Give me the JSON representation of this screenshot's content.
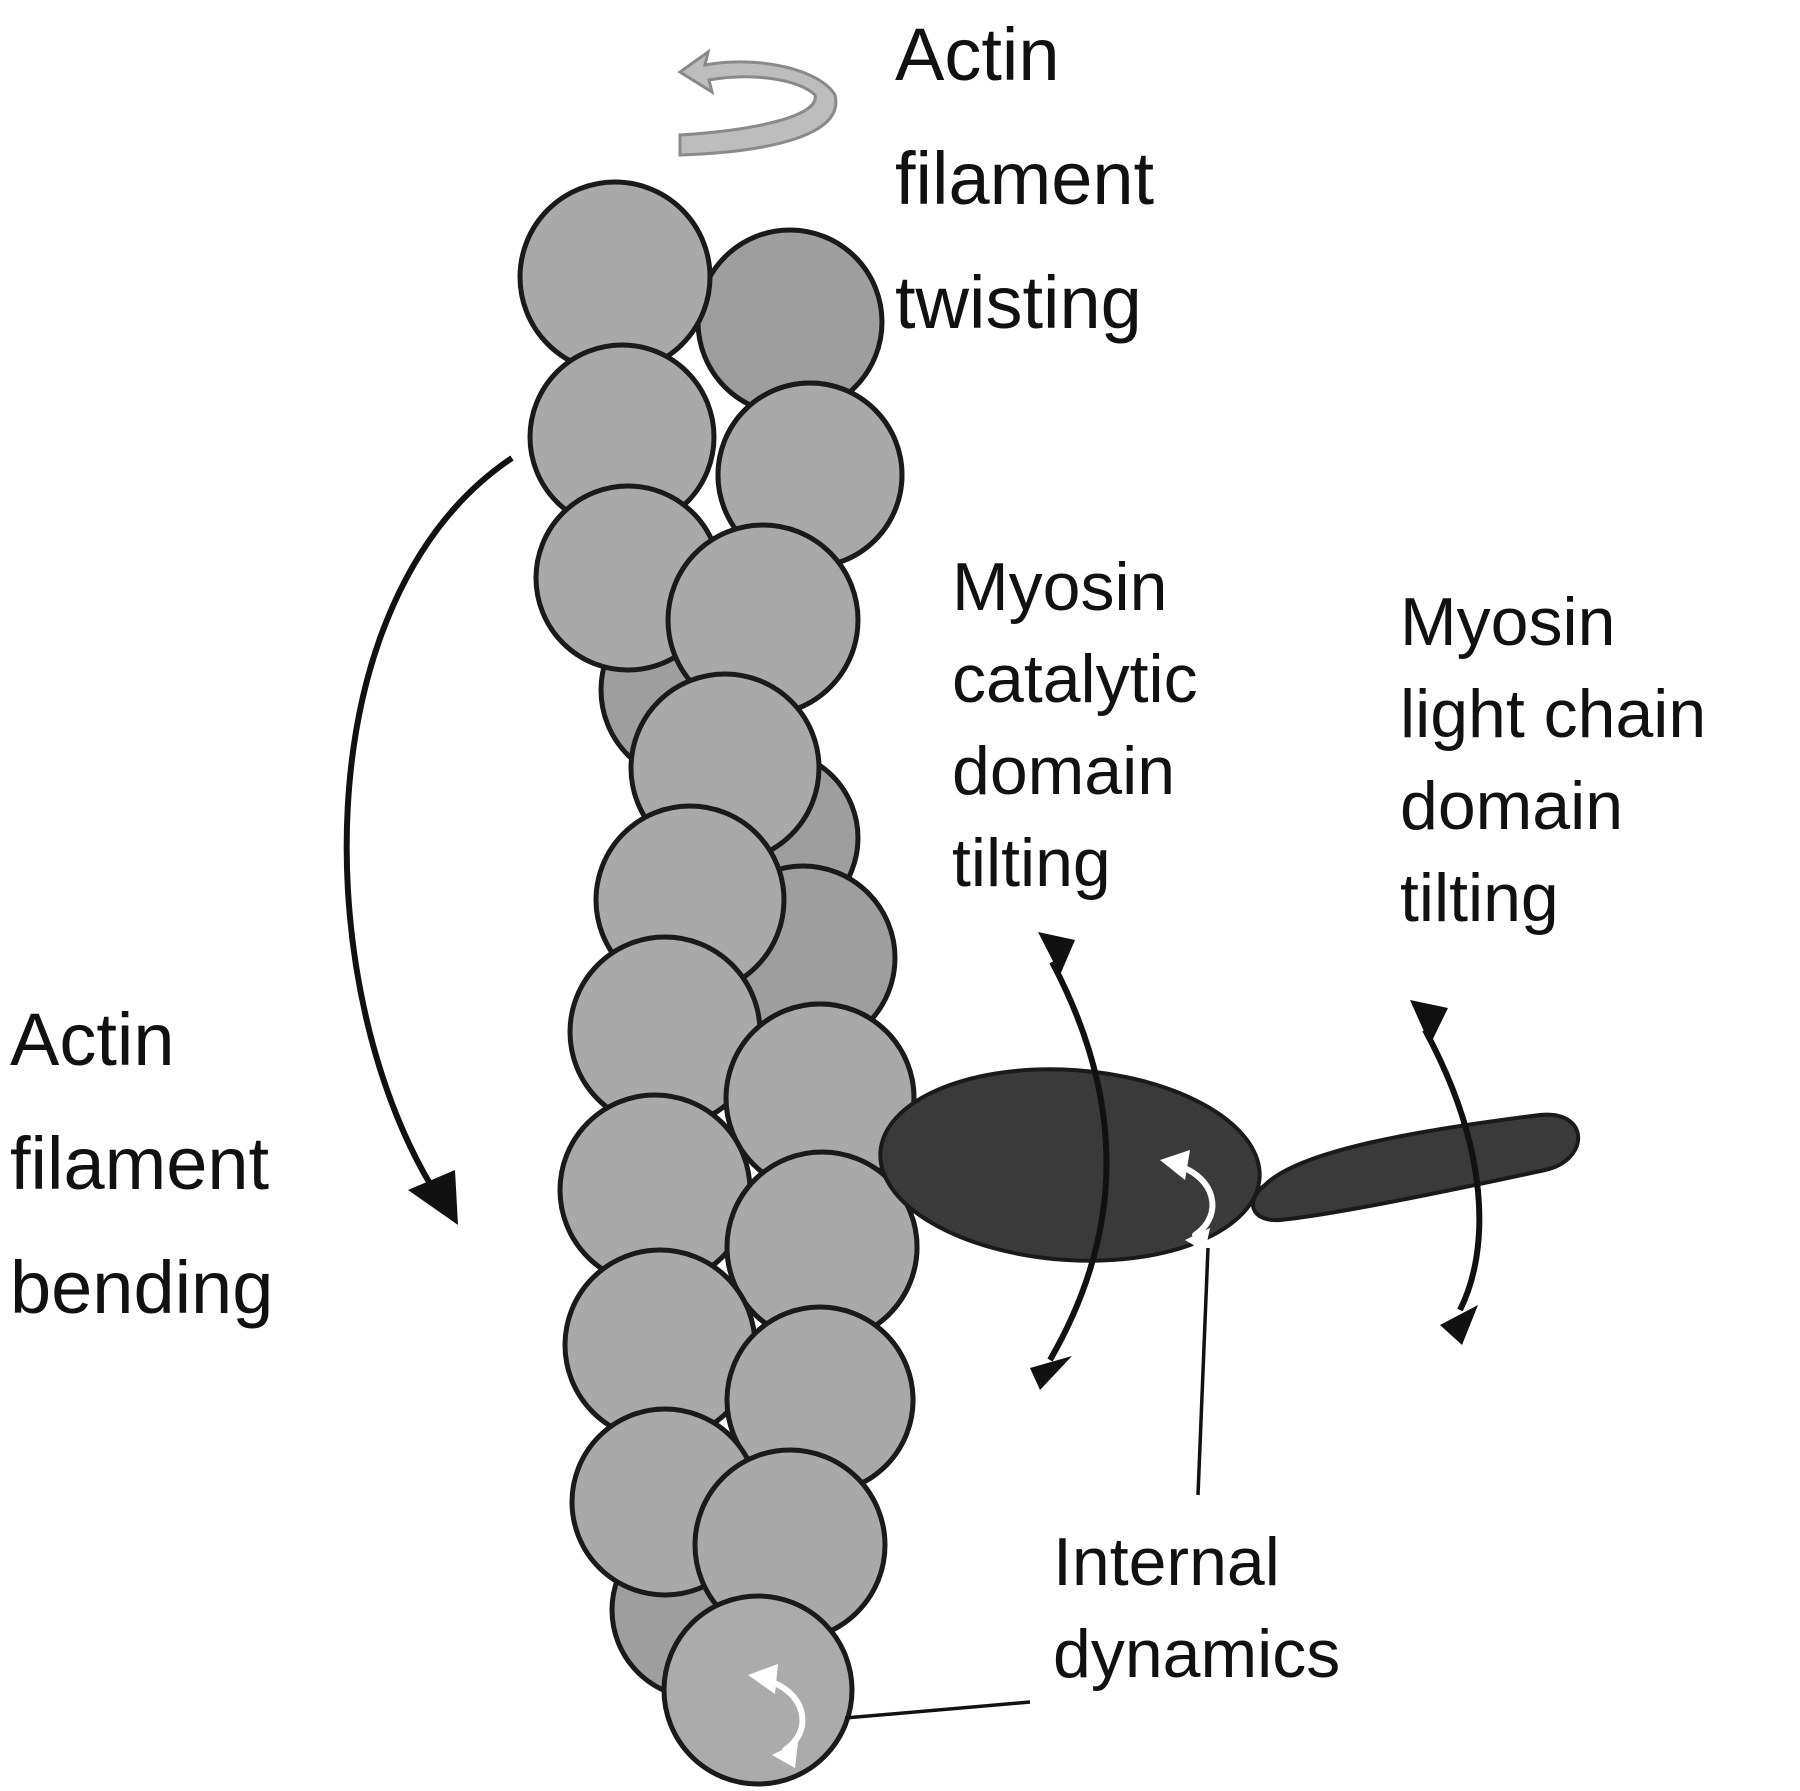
{
  "labels": {
    "actin_twisting": [
      "Actin",
      "filament",
      "twisting"
    ],
    "actin_bending": [
      "Actin",
      "filament",
      "bending"
    ],
    "myosin_catalytic": [
      "Myosin",
      "catalytic",
      "domain",
      "tilting"
    ],
    "myosin_light_chain": [
      "Myosin",
      "light chain",
      "domain",
      "tilting"
    ],
    "internal_dynamics": [
      "Internal",
      "dynamics"
    ]
  },
  "colors": {
    "actin_subunit": "#a9a9a9",
    "actin_subunit_back": "#9e9e9e",
    "myosin": "#3a3a3a",
    "twist_arrow": "#bdbdbd",
    "text": "#111111"
  },
  "icons": {
    "twist": "curved-arrow-icon",
    "internal": "rotation-arrows-icon"
  }
}
